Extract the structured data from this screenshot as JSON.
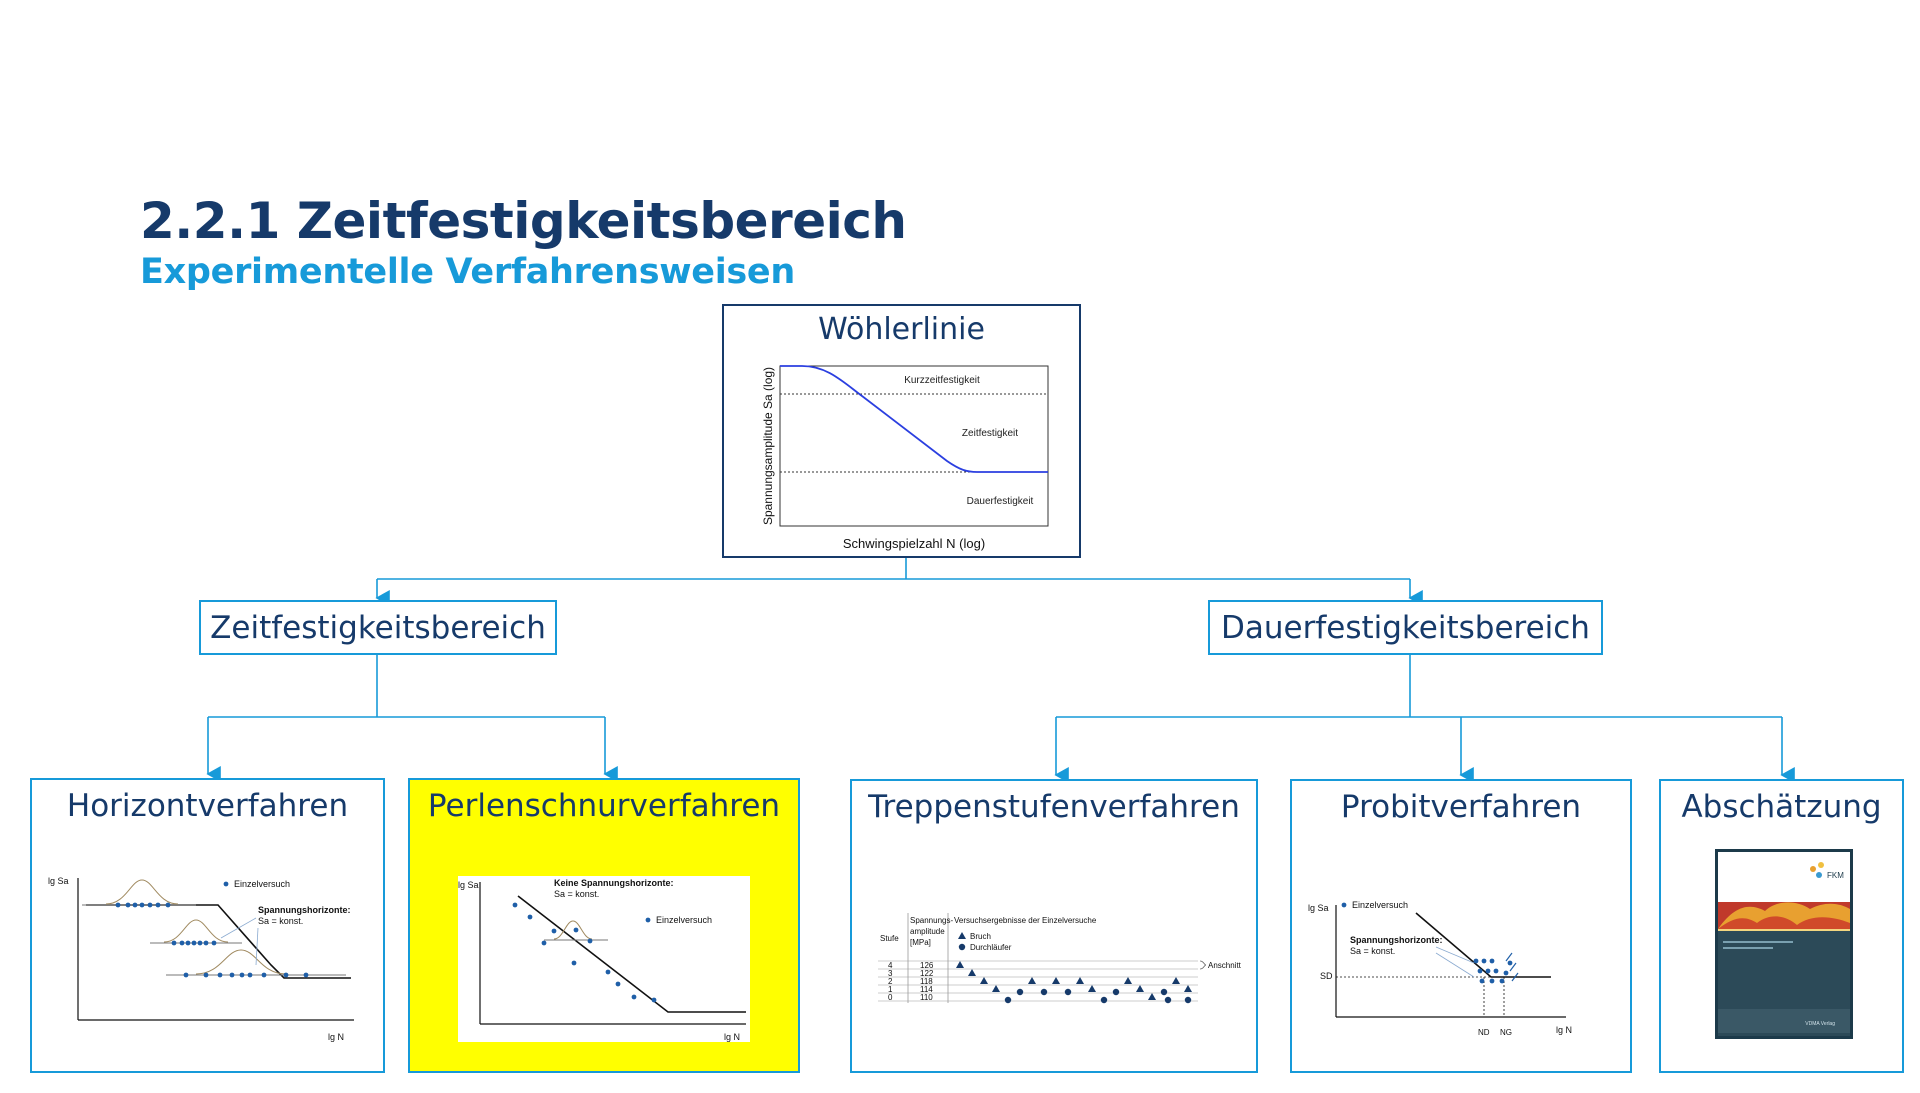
{
  "header": {
    "title": "2.2.1 Zeitfestigkeitsbereich",
    "subtitle": "Experimentelle Verfahrensweisen"
  },
  "root": {
    "label": "Wöhlerlinie",
    "figure": {
      "ylabel": "Spannungsamplitude Sa (log)",
      "xlabel": "Schwingspielzahl N (log)",
      "regions": [
        "Kurzzeitfestigkeit",
        "Zeitfestigkeit",
        "Dauerfestigkeit"
      ]
    }
  },
  "branches": {
    "left": "Zeitfestigkeitsbereich",
    "right": "Dauerfestigkeitsbereich"
  },
  "methods": {
    "horizont": {
      "label": "Horizontverfahren",
      "fig": {
        "ylabel": "lg Sa",
        "xlabel": "lg N",
        "legend": "Einzelversuch",
        "note_bold": "Spannungshorizonte:",
        "note": "Sa = konst."
      }
    },
    "perlenschnur": {
      "label": "Perlenschnurverfahren",
      "highlight": "#ffff00",
      "fig": {
        "ylabel": "lg Sa",
        "xlabel": "lg N",
        "note_bold": "Keine Spannungshorizonte:",
        "note": "Sa = konst.",
        "legend": "Einzelversuch"
      }
    },
    "treppenstufen": {
      "label": "Treppenstufenverfahren",
      "fig": {
        "col_stufe": "Stufe",
        "col_amp_1": "Spannungs-",
        "col_amp_2": "amplitude",
        "col_amp_3": "[MPa]",
        "col_results": "Versuchsergebnisse der Einzelversuche",
        "legend_bruch": "Bruch",
        "legend_durch": "Durchläufer",
        "anschnitt": "Anschnitt",
        "rows": [
          {
            "stufe": "4",
            "amp": "126"
          },
          {
            "stufe": "3",
            "amp": "122"
          },
          {
            "stufe": "2",
            "amp": "118"
          },
          {
            "stufe": "1",
            "amp": "114"
          },
          {
            "stufe": "0",
            "amp": "110"
          }
        ]
      }
    },
    "probit": {
      "label": "Probitverfahren",
      "fig": {
        "ylabel": "lg Sa",
        "xlabel": "lg N",
        "legend": "Einzelversuch",
        "note_bold": "Spannungshorizonte:",
        "note": "Sa = konst.",
        "sd": "SD",
        "nd": "ND",
        "ng": "NG"
      }
    },
    "abschaetzung": {
      "label": "Abschätzung",
      "fig": {
        "logo": "FKM",
        "publisher": "VDMA Verlag"
      }
    }
  },
  "colors": {
    "title": "#163a6a",
    "subtitle": "#179ad9",
    "connector": "#179ad9",
    "box_border": "#179ad9",
    "root_border": "#163a6a",
    "point": "#1f5fa8"
  }
}
